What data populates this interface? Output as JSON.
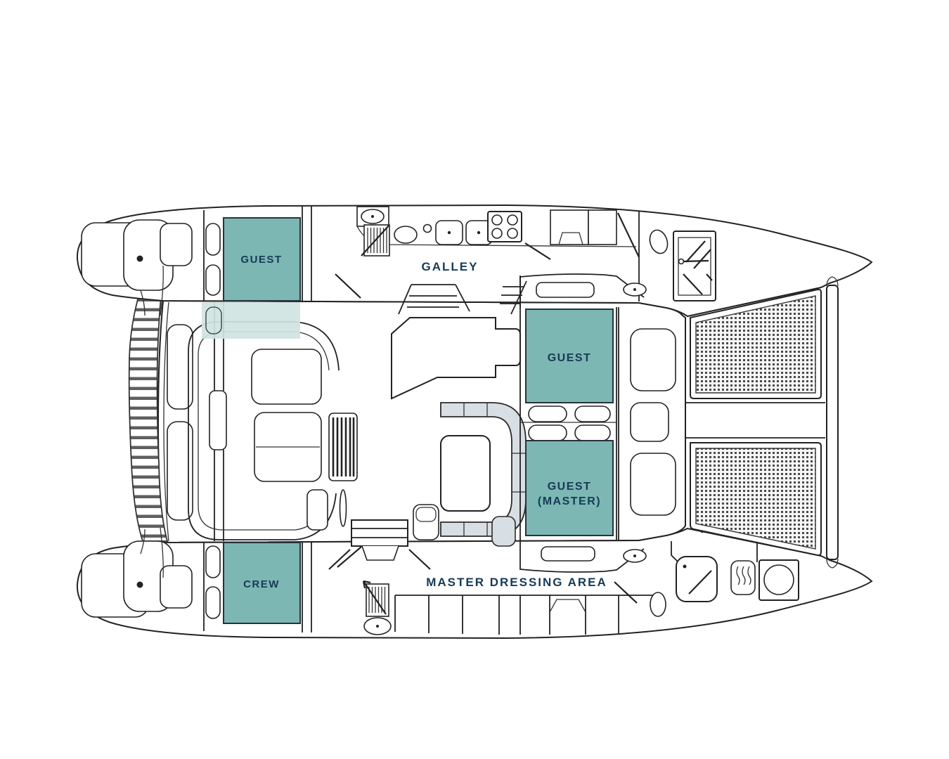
{
  "diagram": {
    "labels": {
      "guest_port": "GUEST",
      "galley": "GALLEY",
      "guest_starboard": "GUEST",
      "guest_master_line1": "GUEST",
      "guest_master_line2": "(MASTER)",
      "crew": "CREW",
      "master_dressing_area": "MASTER DRESSING AREA"
    },
    "colors": {
      "cabin_highlight": "#7cb7b4",
      "cabin_highlight_light": "#cfe4e2",
      "seating": "#d8dfe4",
      "outline": "#222222",
      "label_text": "#173a55",
      "background": "#ffffff",
      "mesh_dot": "#474747"
    }
  }
}
